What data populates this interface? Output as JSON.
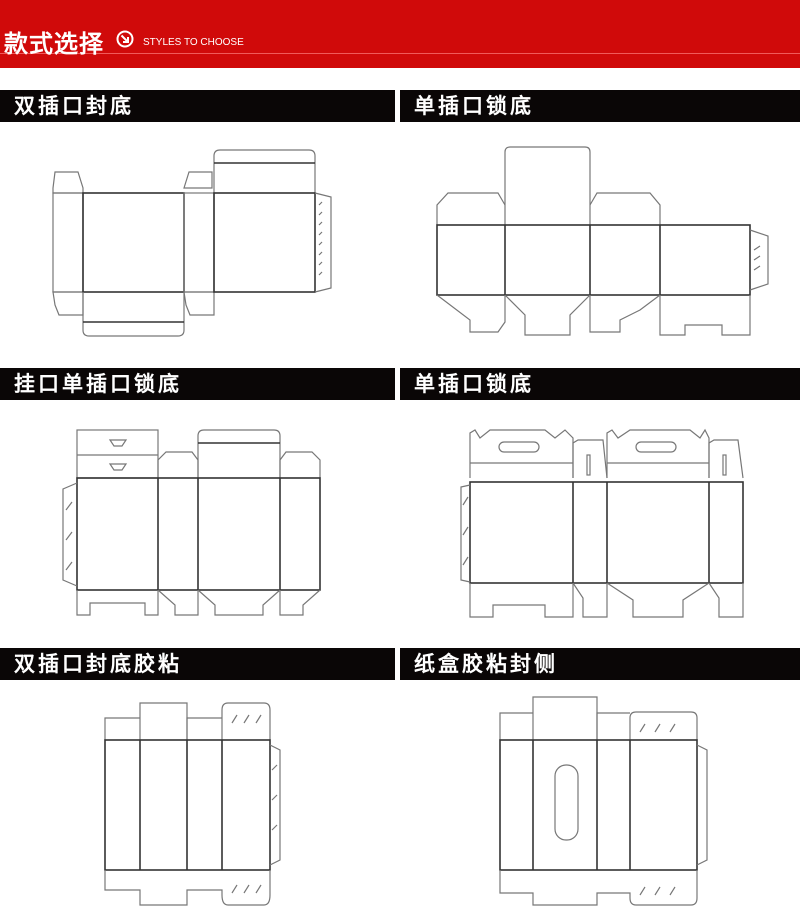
{
  "header": {
    "title": "款式选择",
    "icon": "circle-arrow-down-right-icon",
    "subtitle": "STYLES TO CHOOSE",
    "color": "#d00a0a"
  },
  "styles": [
    {
      "label": "双插口封底"
    },
    {
      "label": "单插口锁底"
    },
    {
      "label": "挂口单插口锁底"
    },
    {
      "label": "单插口锁底"
    },
    {
      "label": "双插口封底胶粘"
    },
    {
      "label": "纸盒胶粘封侧"
    }
  ]
}
